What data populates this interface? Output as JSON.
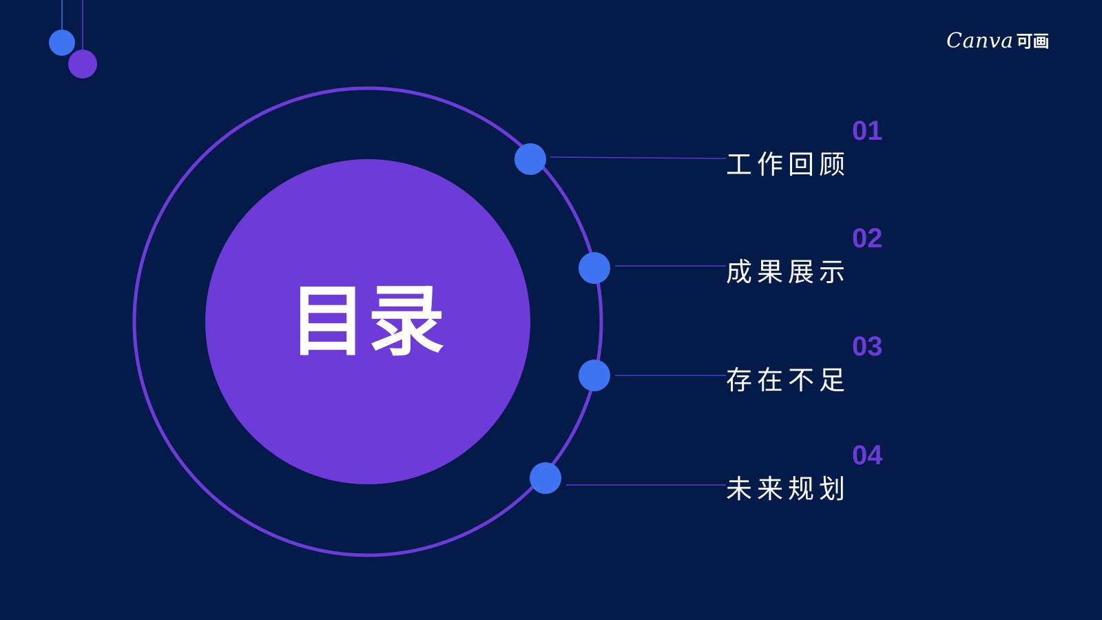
{
  "colors": {
    "background": "#041a48",
    "purple": "#6d3bd8",
    "blue": "#3f73f1",
    "white": "#ffffff"
  },
  "brand": {
    "logo_text": "Canva",
    "logo_mark": "可画"
  },
  "center": {
    "title": "目录"
  },
  "toc": [
    {
      "number": "01",
      "label": "工作回顾"
    },
    {
      "number": "02",
      "label": "成果展示"
    },
    {
      "number": "03",
      "label": "存在不足"
    },
    {
      "number": "04",
      "label": "未来规划"
    }
  ]
}
